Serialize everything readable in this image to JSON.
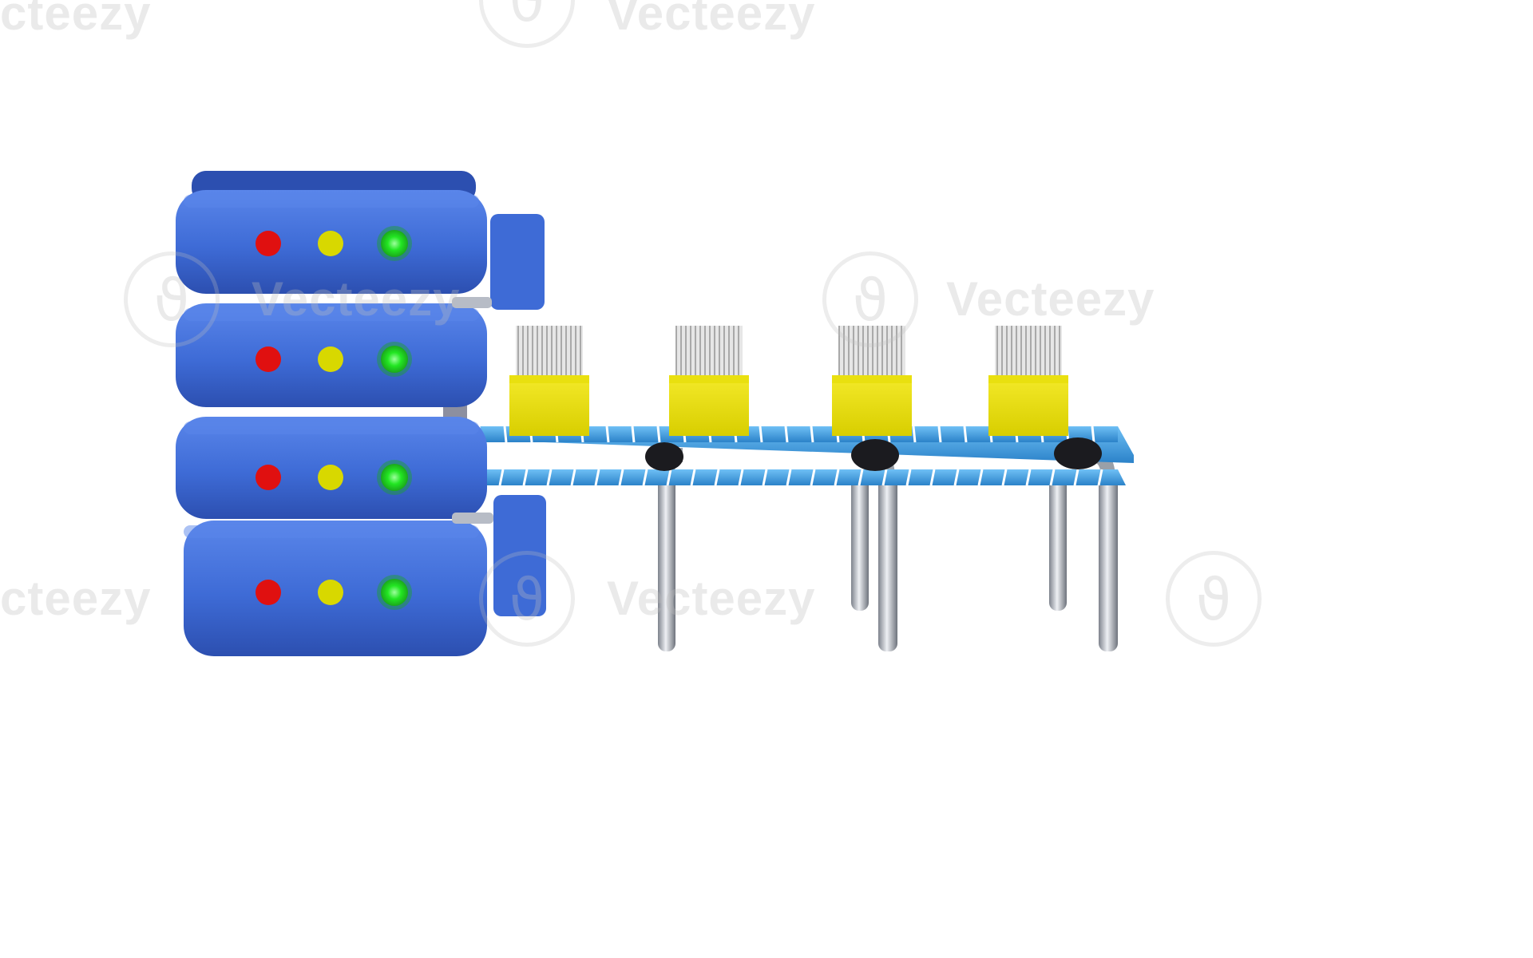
{
  "scene": {
    "subject": "database server with conveyor belt carrying boxes",
    "colors": {
      "server_blue": "#3E6BD6",
      "server_blue_dark": "#2C4FB0",
      "server_blue_light": "#5A86EA",
      "light_red": "#E01010",
      "light_yellow": "#D8D800",
      "light_green": "#22E622",
      "belt_blue": "#3C9BE0",
      "box_yellow": "#E8DE0C",
      "paper_gray": "#D9D9D9",
      "leg_steel": "#B8BCC4"
    },
    "icons": [
      "database-server-icon",
      "conveyor-belt-icon",
      "box-icon"
    ]
  },
  "watermark": {
    "brand": "Vecteezy",
    "partial_left": "cteezy",
    "partial_top": "Vecteezy"
  }
}
